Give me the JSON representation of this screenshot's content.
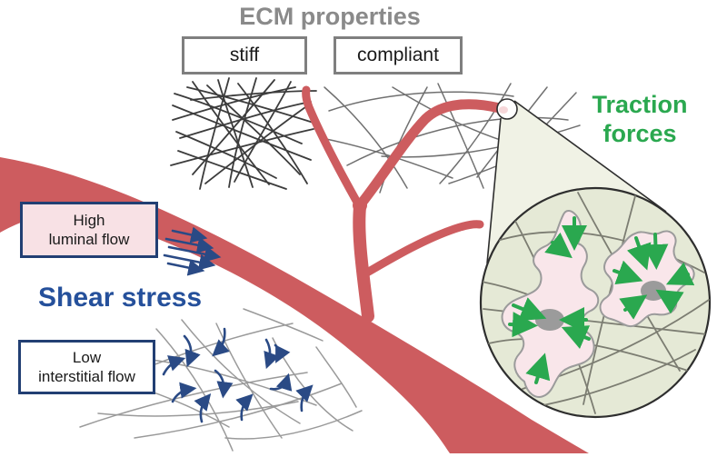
{
  "labels": {
    "ecm_title": "ECM properties",
    "stiff": "stiff",
    "compliant": "compliant",
    "high_flow_line1": "High",
    "high_flow_line2": "luminal flow",
    "shear_stress": "Shear stress",
    "low_flow_line1": "Low",
    "low_flow_line2": "interstitial flow",
    "traction_line1": "Traction",
    "traction_line2": "forces"
  },
  "colors": {
    "vessel_red": "#cd5c5f",
    "navy": "#2a4a85",
    "navy_border": "#223f73",
    "shear_blue": "#25509b",
    "traction_green": "#2aa84f",
    "ecm_gray": "#8a8a8a",
    "box_border_gray": "#7f7f7f",
    "magnifier_fill": "#e5e9d6",
    "highbox_pink": "#f8e1e5",
    "cell_pink": "#f9e6ea",
    "nucleus_gray": "#9b9b9b"
  }
}
